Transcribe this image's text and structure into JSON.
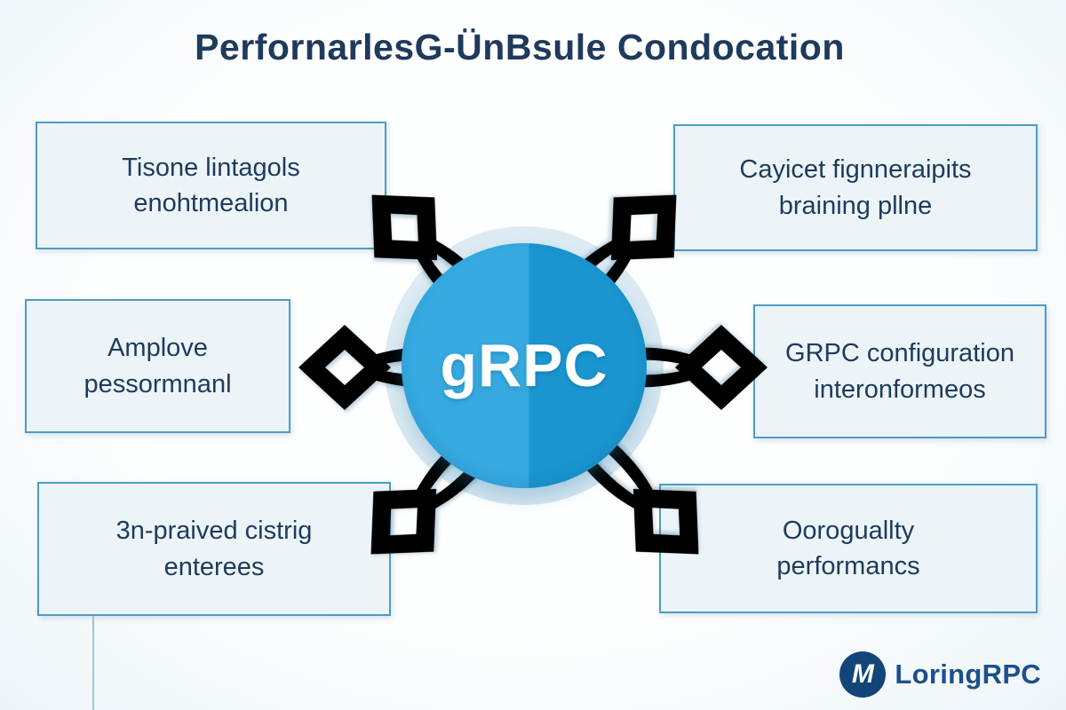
{
  "title": "PerfornarlesG-ÜnBsule Condocation",
  "hub": {
    "label": "gRPC"
  },
  "boxes": [
    {
      "position": "top-left",
      "lines": [
        "Tisone lintagols",
        "enohtmealion"
      ]
    },
    {
      "position": "top-right",
      "lines": [
        "Cayicet fignneraipits",
        "braining pllne"
      ]
    },
    {
      "position": "middle-left",
      "lines": [
        "Amplove",
        "pessormnanl"
      ]
    },
    {
      "position": "middle-right",
      "lines": [
        "GRPC configuration",
        "interonformeos"
      ]
    },
    {
      "position": "bottom-left",
      "lines": [
        "3n-praived cistrig",
        "enterees"
      ]
    },
    {
      "position": "bottom-right",
      "lines": [
        "Ooroguallty",
        "performancs"
      ]
    }
  ],
  "footer": {
    "brand": "LoringRPC",
    "logo_glyph": "M"
  },
  "colors": {
    "ink": "#1e3a5c",
    "boxfill": "#ecf4f8",
    "boxborder": "#4d9cc2",
    "hubleft": "#35a9e0",
    "hubright": "#1a95cf",
    "arrow": "#3aa0d8",
    "navy": "#134578",
    "brandink": "#1d4f8c"
  }
}
